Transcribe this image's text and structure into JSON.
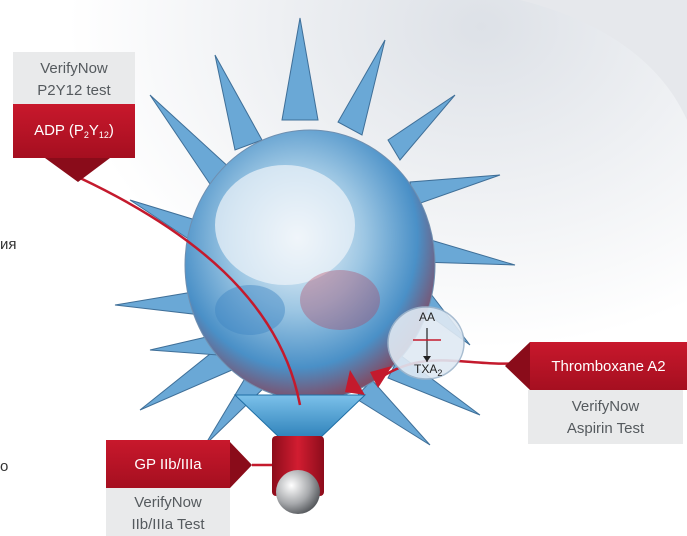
{
  "labels": {
    "adp": {
      "test_line1": "VerifyNow",
      "test_line2": "P2Y12 test",
      "receptor_prefix": "ADP (P",
      "receptor_sub1": "2",
      "receptor_mid": "Y",
      "receptor_sub2": "12",
      "receptor_suffix": ")"
    },
    "thromboxane": {
      "receptor": "Thromboxane A2",
      "test_line1": "VerifyNow",
      "test_line2": "Aspirin Test"
    },
    "gp": {
      "receptor": "GP IIb/IIIa",
      "test_line1": "VerifyNow",
      "test_line2": "IIb/IIIa Test"
    },
    "pathway": {
      "aa": "AA",
      "txa": "TXA",
      "txa_sub": "2"
    },
    "cut_text": {
      "left1": "ия",
      "left2": "о"
    }
  },
  "colors": {
    "receptor_red": "#b5132a",
    "test_grey": "#e9eaeb",
    "platelet_blue": "#4a9fd6",
    "platelet_white": "#f2f6fa"
  }
}
